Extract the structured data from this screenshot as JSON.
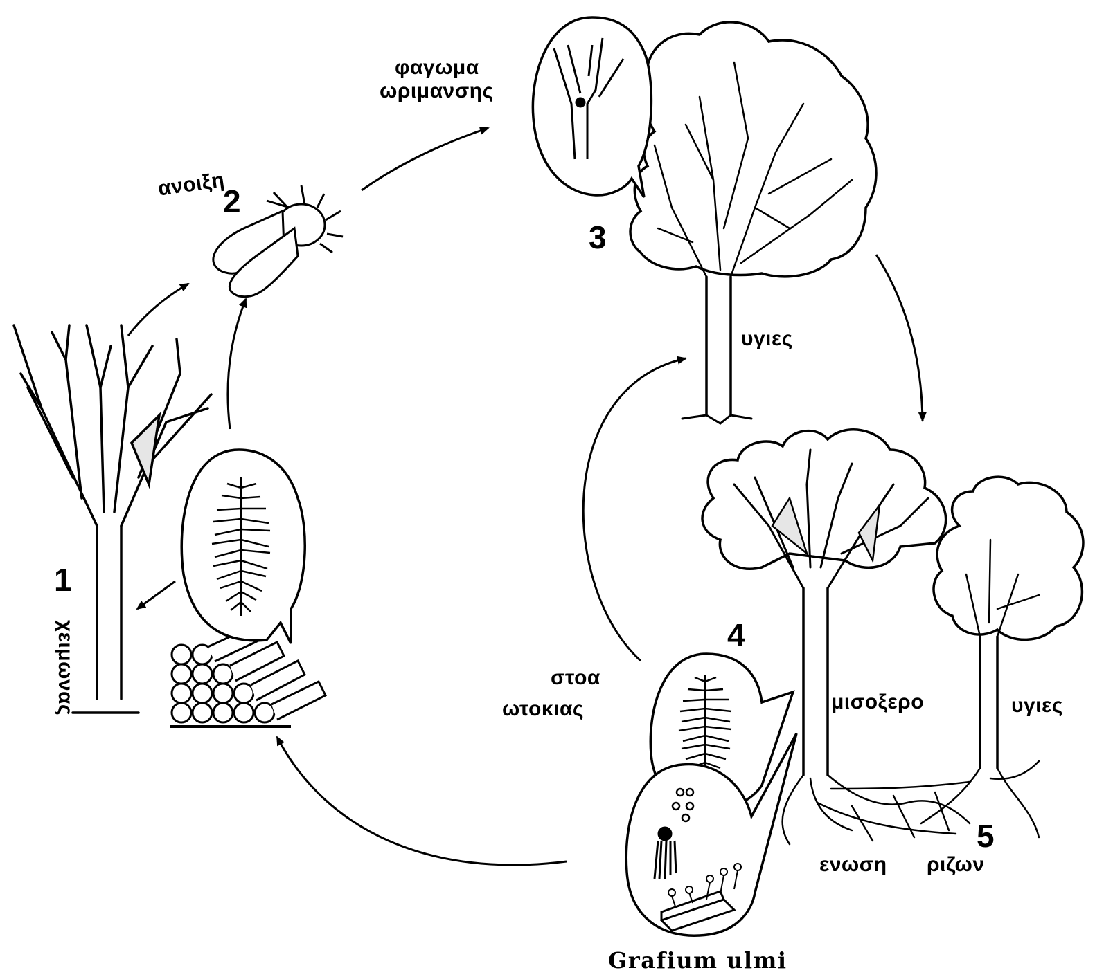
{
  "stages": [
    {
      "number": "1",
      "label": "χειμωνας"
    },
    {
      "number": "2",
      "label": "ανοιξη"
    },
    {
      "number": "3",
      "label": "φαγωμα\nωριμανσης"
    },
    {
      "number": "4",
      "label": "στοα\nωτοκιας"
    },
    {
      "number": "5",
      "label": "ενωση ριζων"
    }
  ],
  "labels": {
    "winter": "χειμωνας",
    "spring": "ανοιξη",
    "maturation_line1": "φαγωμα",
    "maturation_line2": "ωριμανσης",
    "healthy_top": "υγιες",
    "gallery_line1": "στοα",
    "gallery_line2": "ωτοκιας",
    "half_dry": "μισοξερο",
    "healthy_right": "υγιες",
    "root_union_1": "ενωση",
    "root_union_2": "ριζων",
    "fungus": "Grafium ulmi"
  },
  "numbers": {
    "n1": "1",
    "n2": "2",
    "n3": "3",
    "n4": "4",
    "n5": "5"
  },
  "colors": {
    "ink": "#000000",
    "paper": "#ffffff",
    "shade": "#e6e6e6"
  }
}
